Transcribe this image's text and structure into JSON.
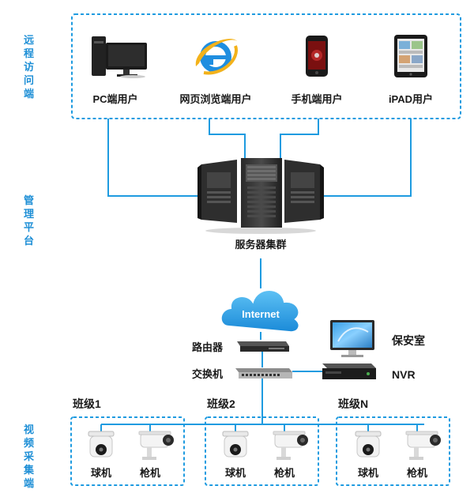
{
  "tiers": {
    "remote": "远程访问端",
    "management": "管理平台",
    "video": "视频采集端"
  },
  "clients": [
    {
      "label": "PC端用户",
      "icon": "desktop-pc-icon"
    },
    {
      "label": "网页浏览端用户",
      "icon": "internet-explorer-icon"
    },
    {
      "label": "手机端用户",
      "icon": "smartphone-icon"
    },
    {
      "label": "iPAD用户",
      "icon": "tablet-icon"
    }
  ],
  "server": {
    "label": "服务器集群",
    "icon": "server-cluster-icon"
  },
  "internet": {
    "label": "Internet",
    "icon": "cloud-icon"
  },
  "network": {
    "router": "路由器",
    "switch": "交换机",
    "security_room": "保安室",
    "nvr": "NVR"
  },
  "classes": [
    {
      "title": "班级1",
      "dome": "球机",
      "bullet": "枪机"
    },
    {
      "title": "班级2",
      "dome": "球机",
      "bullet": "枪机"
    },
    {
      "title": "班级N",
      "dome": "球机",
      "bullet": "枪机"
    }
  ],
  "colors": {
    "accent": "#1e9be0",
    "label": "#1e8fd6"
  }
}
